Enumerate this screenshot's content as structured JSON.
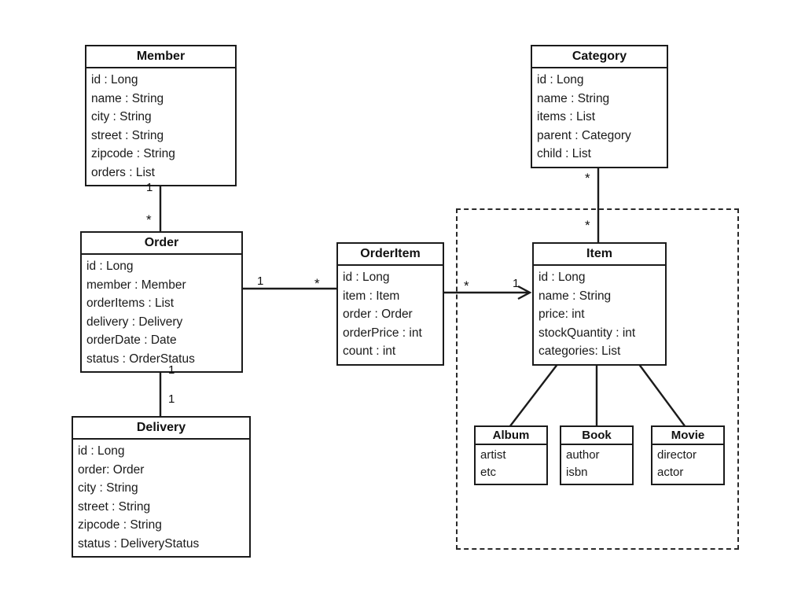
{
  "diagram": {
    "type": "uml-class-diagram",
    "background": "#ffffff",
    "line_color": "#1b1b1b"
  },
  "classes": {
    "member": {
      "name": "Member",
      "attributes": [
        "id : Long",
        "name : String",
        "city : String",
        "street : String",
        "zipcode : String",
        "orders : List"
      ]
    },
    "order": {
      "name": "Order",
      "attributes": [
        "id : Long",
        "member : Member",
        "orderItems : List",
        "delivery : Delivery",
        "orderDate : Date",
        "status : OrderStatus"
      ]
    },
    "delivery": {
      "name": "Delivery",
      "attributes": [
        "id : Long",
        "order: Order",
        "city : String",
        "street : String",
        "zipcode : String",
        "status : DeliveryStatus"
      ]
    },
    "orderitem": {
      "name": "OrderItem",
      "attributes": [
        "id : Long",
        "item : Item",
        "order : Order",
        "orderPrice : int",
        "count : int"
      ]
    },
    "item": {
      "name": "Item",
      "attributes": [
        "id : Long",
        "name : String",
        "price: int",
        "stockQuantity : int",
        "categories: List"
      ]
    },
    "category": {
      "name": "Category",
      "attributes": [
        "id : Long",
        "name : String",
        "items : List",
        "parent : Category",
        "child : List"
      ]
    },
    "album": {
      "name": "Album",
      "attributes": [
        "artist",
        "etc"
      ]
    },
    "book": {
      "name": "Book",
      "attributes": [
        "author",
        "isbn"
      ]
    },
    "movie": {
      "name": "Movie",
      "attributes": [
        "director",
        "actor"
      ]
    }
  },
  "multiplicities": {
    "member_order_one": "1",
    "member_order_many": "*",
    "order_orderitem_one": "1",
    "order_orderitem_many": "*",
    "orderitem_item_many": "*",
    "orderitem_item_one": "1",
    "category_item_upper": "*",
    "category_item_lower": "*",
    "order_delivery_upper": "1",
    "order_delivery_lower": "1"
  },
  "relations": [
    {
      "from": "Member",
      "to": "Order",
      "kind": "association",
      "source_mult": "1",
      "target_mult": "*"
    },
    {
      "from": "Order",
      "to": "Delivery",
      "kind": "association",
      "source_mult": "1",
      "target_mult": "1"
    },
    {
      "from": "Order",
      "to": "OrderItem",
      "kind": "association",
      "source_mult": "1",
      "target_mult": "*"
    },
    {
      "from": "OrderItem",
      "to": "Item",
      "kind": "directed-association",
      "source_mult": "*",
      "target_mult": "1"
    },
    {
      "from": "Category",
      "to": "Item",
      "kind": "association",
      "source_mult": "*",
      "target_mult": "*"
    },
    {
      "from": "Album",
      "to": "Item",
      "kind": "generalization"
    },
    {
      "from": "Book",
      "to": "Item",
      "kind": "generalization"
    },
    {
      "from": "Movie",
      "to": "Item",
      "kind": "generalization"
    }
  ]
}
